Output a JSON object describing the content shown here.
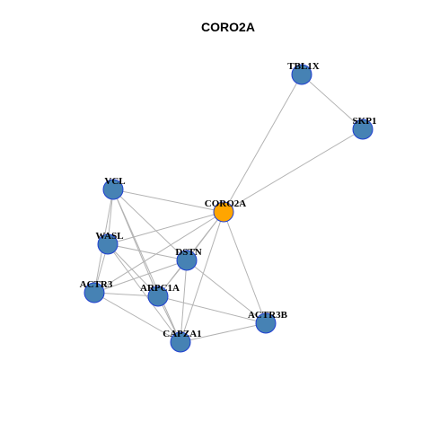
{
  "title": "CORO2A",
  "colors": {
    "center": "#ffa500",
    "node": "#4682b4",
    "node_border": "#1f3fd1",
    "edge": "#b3b3b3"
  },
  "nodes": [
    {
      "id": "CORO2A",
      "label": "CORO2A",
      "center": true
    },
    {
      "id": "TBL1X",
      "label": "TBL1X"
    },
    {
      "id": "SKP1",
      "label": "SKP1"
    },
    {
      "id": "VCL",
      "label": "VCL"
    },
    {
      "id": "WASL",
      "label": "WASL"
    },
    {
      "id": "DSTN",
      "label": "DSTN"
    },
    {
      "id": "ACTR3",
      "label": "ACTR3"
    },
    {
      "id": "ARPC1A",
      "label": "ARPC1A"
    },
    {
      "id": "ACTR3B",
      "label": "ACTR3B"
    },
    {
      "id": "CAPZA1",
      "label": "CAPZA1"
    }
  ],
  "edges": [
    [
      "TBL1X",
      "SKP1"
    ],
    [
      "TBL1X",
      "CORO2A"
    ],
    [
      "SKP1",
      "CORO2A"
    ],
    [
      "CORO2A",
      "VCL"
    ],
    [
      "CORO2A",
      "WASL"
    ],
    [
      "CORO2A",
      "DSTN"
    ],
    [
      "CORO2A",
      "ACTR3"
    ],
    [
      "CORO2A",
      "ARPC1A"
    ],
    [
      "CORO2A",
      "ACTR3B"
    ],
    [
      "CORO2A",
      "CAPZA1"
    ],
    [
      "VCL",
      "WASL"
    ],
    [
      "VCL",
      "DSTN"
    ],
    [
      "VCL",
      "ACTR3"
    ],
    [
      "VCL",
      "ARPC1A"
    ],
    [
      "VCL",
      "CAPZA1"
    ],
    [
      "WASL",
      "DSTN"
    ],
    [
      "WASL",
      "ACTR3"
    ],
    [
      "WASL",
      "ARPC1A"
    ],
    [
      "WASL",
      "CAPZA1"
    ],
    [
      "DSTN",
      "ACTR3"
    ],
    [
      "DSTN",
      "ARPC1A"
    ],
    [
      "DSTN",
      "ACTR3B"
    ],
    [
      "DSTN",
      "CAPZA1"
    ],
    [
      "ACTR3",
      "ARPC1A"
    ],
    [
      "ACTR3",
      "CAPZA1"
    ],
    [
      "ARPC1A",
      "CAPZA1"
    ],
    [
      "ARPC1A",
      "ACTR3B"
    ],
    [
      "ACTR3B",
      "CAPZA1"
    ]
  ]
}
